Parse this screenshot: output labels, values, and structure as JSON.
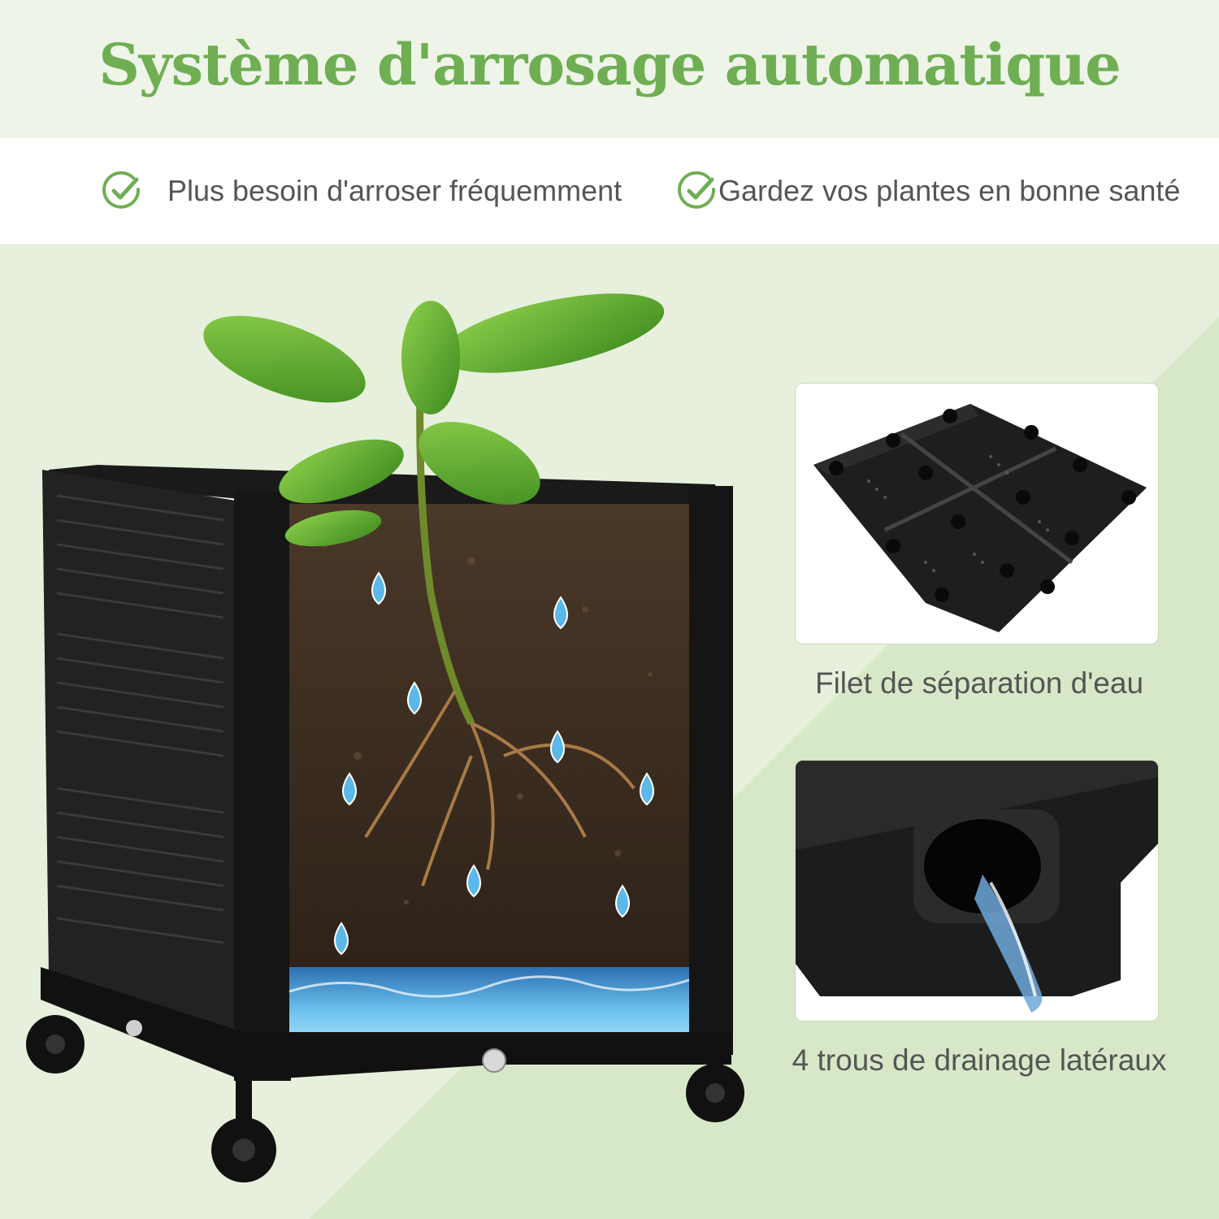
{
  "title": "Système d'arrosage automatique",
  "benefits": [
    {
      "text": "Plus besoin d'arroser fréquemment",
      "icon": "check-circle-icon"
    },
    {
      "text": "Gardez vos plantes en bonne santé",
      "icon": "check-circle-icon"
    }
  ],
  "features": [
    {
      "caption": "Filet de séparation d'eau",
      "image": "water-separation-grid"
    },
    {
      "caption": "4 trous de drainage latéraux",
      "image": "side-drainage-hole"
    }
  ],
  "colors": {
    "accent_green": "#6fae53",
    "text_gray": "#555555",
    "light_green_bg": "#eef4e8",
    "mid_green_bg": "#d7e8c8",
    "water_blue": "#5bb8e8"
  }
}
